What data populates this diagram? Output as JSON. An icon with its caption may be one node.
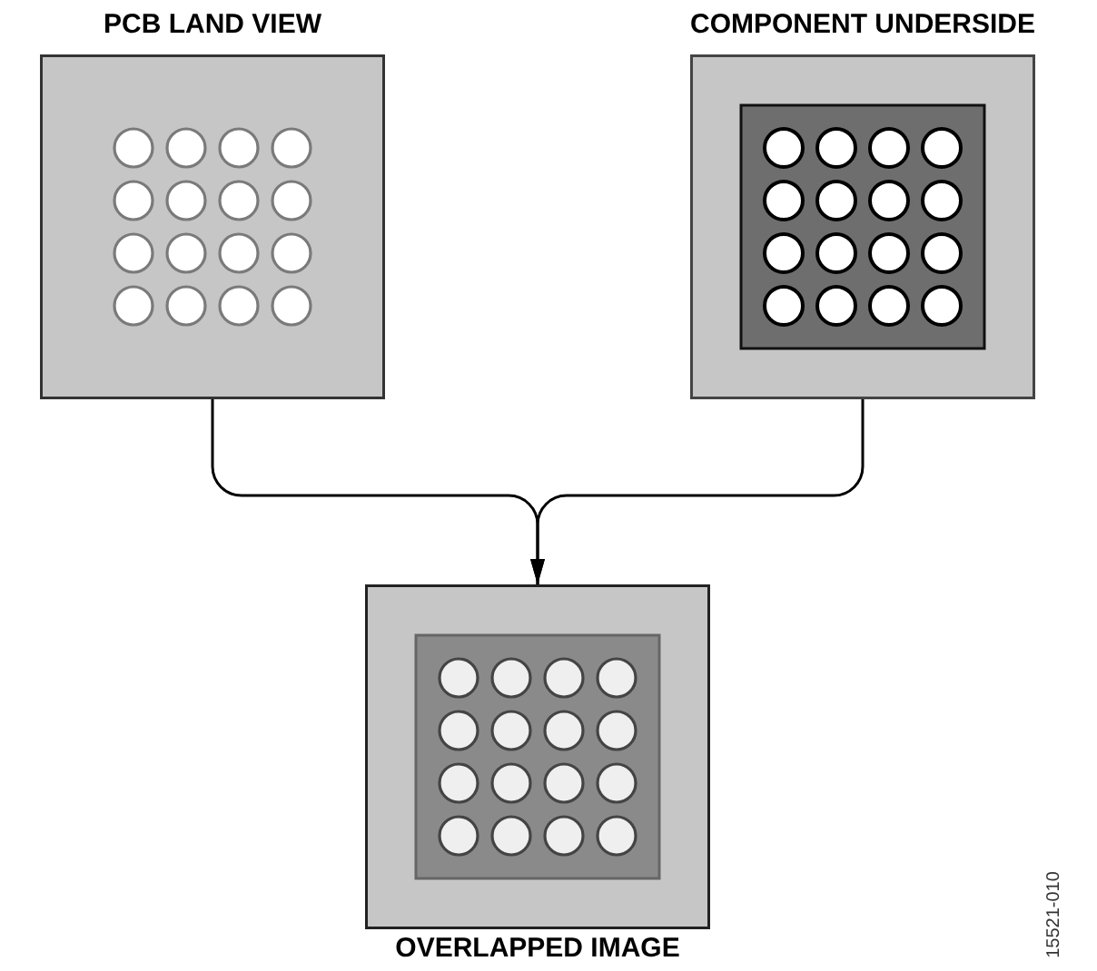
{
  "diagram": {
    "nodes": [
      {
        "text": [
          "PCB LAND VIEW"
        ]
      },
      {
        "text": [
          "COMPONENT UNDERSIDE"
        ]
      },
      {
        "text": [
          "OVERLAPPED IMAGE"
        ]
      }
    ],
    "edges": [
      {
        "from": 0,
        "to": 2,
        "arrow": "to"
      },
      {
        "from": 1,
        "to": 2,
        "arrow": "to"
      }
    ],
    "labels": [
      "15521-010"
    ]
  }
}
